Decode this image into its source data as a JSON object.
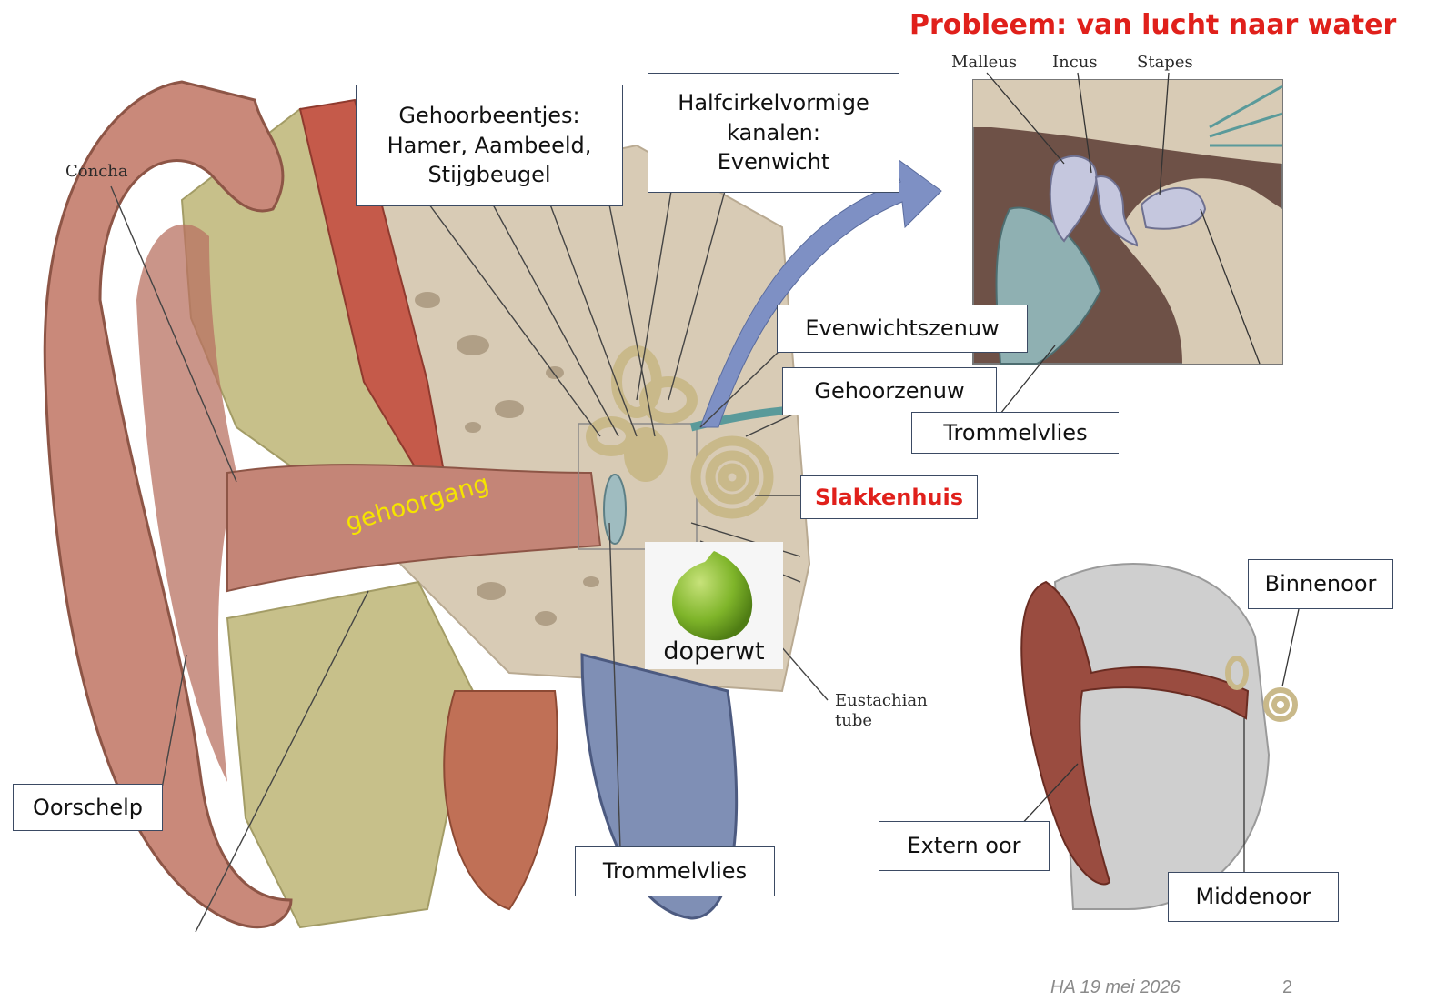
{
  "title": "Probleem: van lucht naar water",
  "colors": {
    "title": "#e0201b",
    "cochlea_label": "#e0201b",
    "canal_label": "#f5e400",
    "box_border": "#3b4a63",
    "skin": "#c9897a",
    "bone": "#d8cbb5",
    "nerve": "#5a9a9a",
    "arrow": "#7e90c4"
  },
  "labels": {
    "ossicles": [
      "Gehoorbeentjes:",
      "Hamer, Aambeeld,",
      "Stijgbeugel"
    ],
    "semicircular": [
      "Halfcirkelvormige",
      "kanalen:",
      "Evenwicht"
    ],
    "vestibular_nerve": "Evenwichtszenuw",
    "auditory_nerve": "Gehoorzenuw",
    "eardrum_inset": "Trommelvlies",
    "cochlea": "Slakkenhuis",
    "ear_canal": "gehoorgang",
    "pea": "doperwt",
    "pinna": "Oorschelp",
    "eardrum_main": "Trommelvlies",
    "inner_ear": "Binnenoor",
    "external_ear": "Extern oor",
    "middle_ear": "Middenoor"
  },
  "figure_labels": {
    "concha": "Concha",
    "malleus": "Malleus",
    "incus": "Incus",
    "stapes": "Stapes",
    "eustachian": [
      "Eustachian",
      "tube"
    ]
  },
  "footer": {
    "text": "HA 19 mei 2026",
    "page": "2"
  }
}
